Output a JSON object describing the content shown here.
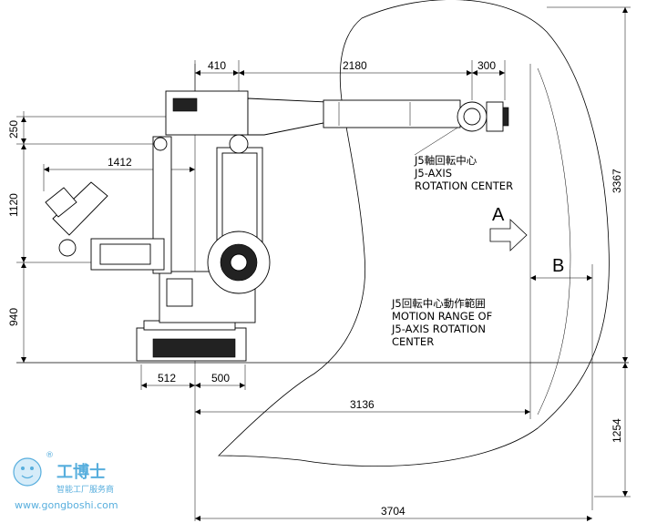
{
  "dimensions": {
    "top_410": "410",
    "top_2180": "2180",
    "top_300": "300",
    "left_250": "250",
    "left_1120": "1120",
    "left_940": "940",
    "reach_1412": "1412",
    "base_512": "512",
    "base_500": "500",
    "right_3367": "3367",
    "right_1254": "1254",
    "bottom_3136": "3136",
    "bottom_3704": "3704"
  },
  "labels": {
    "j5_center_ja": "J5軸回転中心",
    "j5_center_en_1": "J5-AXIS",
    "j5_center_en_2": "ROTATION CENTER",
    "range_ja": "J5回転中心動作範囲",
    "range_en_1": "MOTION RANGE OF",
    "range_en_2": "J5-AXIS ROTATION",
    "range_en_3": "CENTER",
    "view_a": "A",
    "view_b": "B"
  },
  "watermark": {
    "brand": "工博士",
    "sub": "智能工厂服务商",
    "url": "www.gongboshi.com",
    "registered": "®"
  }
}
